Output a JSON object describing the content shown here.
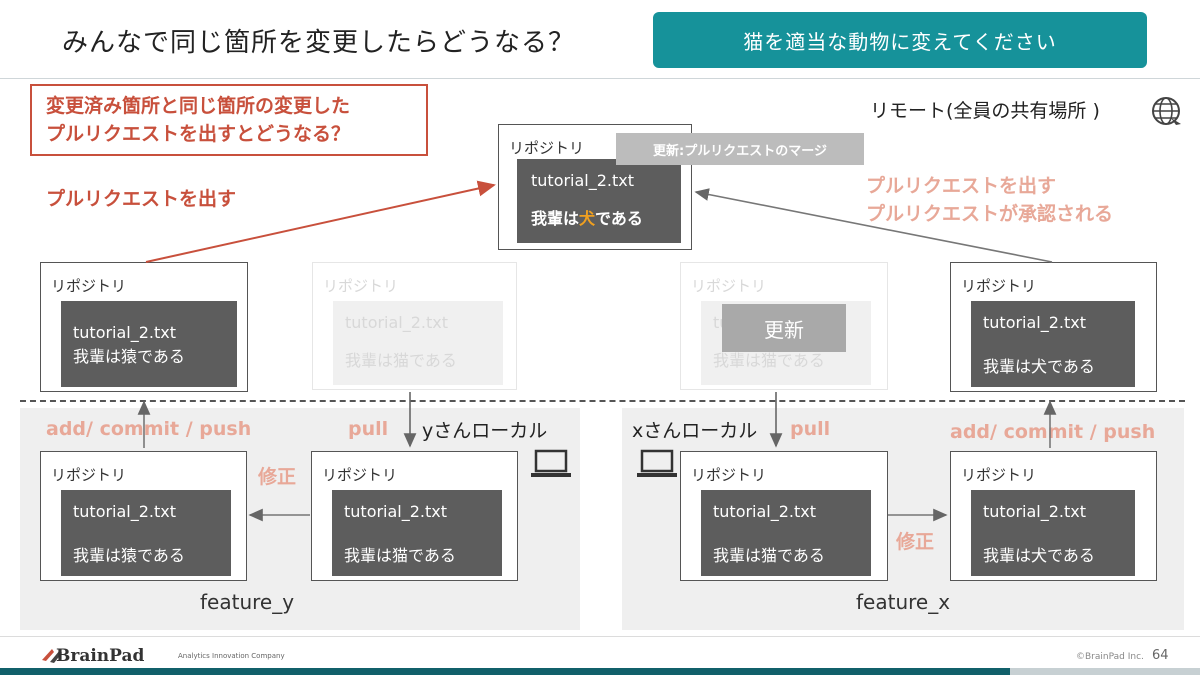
{
  "header": {
    "title": "みんなで同じ箇所を変更したらどうなる？",
    "banner": "猫を適当な動物に変えてください"
  },
  "question": {
    "line1": "変更済み箇所と同じ箇所の変更した",
    "line2": "プルリクエストを出すとどうなる？"
  },
  "labels": {
    "send_pr_left": "プルリクエストを出す",
    "send_pr_right_1": "プルリクエストを出す",
    "send_pr_right_2": "プルリクエストが承認される",
    "remote": "リモート(全員の共有場所 )",
    "merge_tag": "更新:プルリクエストのマージ",
    "update": "更新",
    "add_commit_push_left": "add/ commit / push",
    "add_commit_push_right": "add/ commit / push",
    "pull_left": "pull",
    "pull_right": "pull",
    "fix_left": "修正",
    "fix_right": "修正",
    "local_y": "yさんローカル",
    "local_x": "xさんローカル",
    "branch_y": "feature_y",
    "branch_x": "feature_x"
  },
  "repo_label": "リポジトリ",
  "file_name": "tutorial_2.txt",
  "remote_repo": {
    "prefix": "我輩は",
    "highlight": "犬",
    "suffix": "である",
    "highlight_color": "#f0a020"
  },
  "repos": {
    "remote_y": "我輩は猿である",
    "remote_faded_left": "我輩は猫である",
    "remote_faded_right": "我輩は猫である",
    "remote_x": "我輩は犬である",
    "local_y_edit": "我輩は猿である",
    "local_y_pull": "我輩は猫である",
    "local_x_pull": "我輩は猫である",
    "local_x_edit": "我輩は犬である"
  },
  "footer": {
    "logo": "BrainPad",
    "tagline": "Analytics Innovation Company",
    "copyright": "©BrainPad Inc.",
    "page": "64"
  },
  "colors": {
    "accent_teal": "#16929a",
    "alert_red": "#c8503c",
    "soft_red": "#e8a898",
    "dark_box": "#5d5d5d"
  }
}
